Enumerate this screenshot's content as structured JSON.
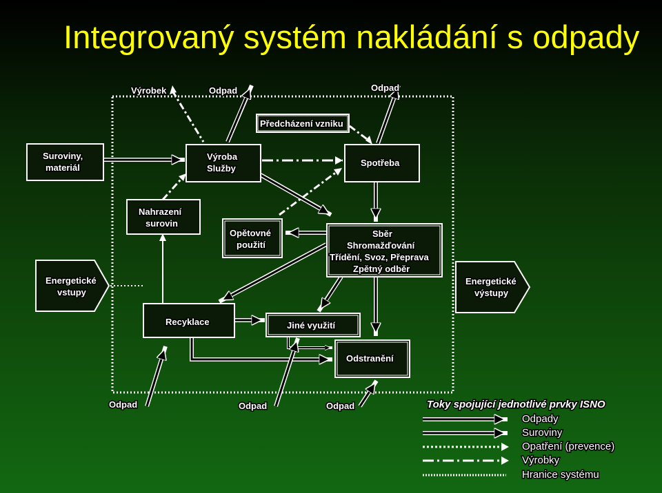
{
  "title": "Integrovaný systém nakládání s odpady",
  "boxes": {
    "suroviny": [
      "Suroviny,",
      "materiál"
    ],
    "vyroba": [
      "Výroba",
      "Služby"
    ],
    "spotreba": [
      "Spotřeba"
    ],
    "predchazeni": [
      "Předcházení vzniku"
    ],
    "nahrazeni": [
      "Nahrazení",
      "surovin"
    ],
    "opetovne": [
      "Opětovné",
      "použití"
    ],
    "sber": [
      "Sběr",
      "Shromažďování",
      "Třídění, Svoz, Přeprava",
      "Zpětný odběr"
    ],
    "energ_vstupy": [
      "Energetické",
      "vstupy"
    ],
    "energ_vystupy": [
      "Energetické",
      "výstupy"
    ],
    "recyklace": [
      "Recyklace"
    ],
    "jine": [
      "Jiné využití"
    ],
    "odstraneni": [
      "Odstranění"
    ]
  },
  "flow_labels": {
    "vyrobek": "Výrobek",
    "odpad_top1": "Odpad",
    "odpad_top2": "Odpad",
    "odpad_bottom1": "Odpad",
    "odpad_bottom2": "Odpad",
    "odpad_bottom3": "Odpad"
  },
  "legend": {
    "title": "Toky spojující jednotlivé prvky ISNO",
    "items": [
      "Odpady",
      "Suroviny",
      "Opatření (prevence)",
      "Výrobky",
      "Hranice systému"
    ]
  }
}
